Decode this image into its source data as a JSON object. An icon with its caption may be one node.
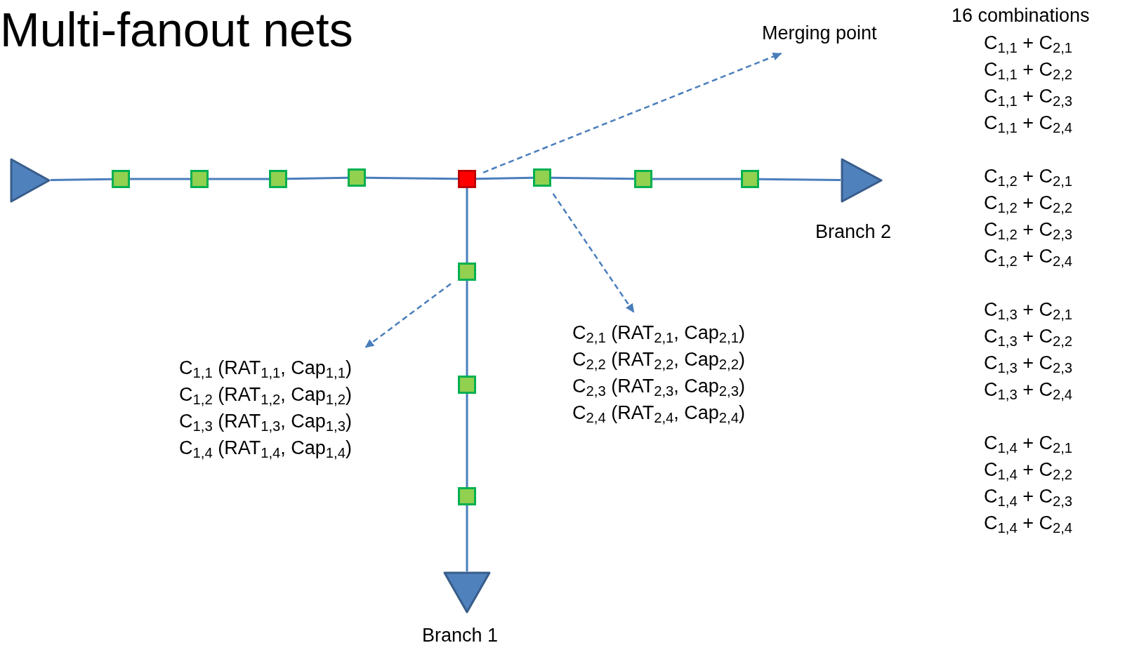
{
  "diagram": {
    "title": "Multi-fanout nets",
    "nodes": [
      {
        "text": [],
        "shape": "triangle"
      },
      {
        "text": [],
        "shape": "box"
      },
      {
        "text": [],
        "shape": "box"
      },
      {
        "text": [],
        "shape": "box"
      },
      {
        "text": [],
        "shape": "box"
      },
      {
        "text": [],
        "shape": "box"
      },
      {
        "text": [],
        "shape": "box"
      },
      {
        "text": [],
        "shape": "box"
      },
      {
        "text": [],
        "shape": "box"
      },
      {
        "text": [],
        "shape": "triangle",
        "beside": [
          "Branch 2"
        ]
      },
      {
        "text": [],
        "shape": "box"
      },
      {
        "text": [],
        "shape": "box"
      },
      {
        "text": [],
        "shape": "box"
      },
      {
        "text": [],
        "shape": "triangle",
        "beside": [
          "Branch 1"
        ]
      },
      {
        "text": [
          "Merging point"
        ]
      },
      {
        "text": [
          "C$_{1,1}$ (RAT$_{1,1}$, Cap$_{1,1}$)",
          "C$_{1,2}$ (RAT$_{1,2}$, Cap$_{1,2}$)",
          "C$_{1,3}$ (RAT$_{1,3}$, Cap$_{1,3}$)",
          "C$_{1,4}$ (RAT$_{1,4}$, Cap$_{1,4}$)"
        ]
      },
      {
        "text": [
          "C$_{2,1}$ (RAT$_{2,1}$, Cap$_{2,1}$)",
          "C$_{2,2}$ (RAT$_{2,2}$, Cap$_{2,2}$)",
          "C$_{2,3}$ (RAT$_{2,3}$, Cap$_{2,3}$)",
          "C$_{2,4}$ (RAT$_{2,4}$, Cap$_{2,4}$)"
        ]
      }
    ],
    "edges": [
      {
        "from": 0,
        "to": 1,
        "arrow": "none"
      },
      {
        "from": 1,
        "to": 2,
        "arrow": "none"
      },
      {
        "from": 2,
        "to": 3,
        "arrow": "none"
      },
      {
        "from": 3,
        "to": 4,
        "arrow": "none"
      },
      {
        "from": 4,
        "to": 5,
        "arrow": "none"
      },
      {
        "from": 5,
        "to": 6,
        "arrow": "none"
      },
      {
        "from": 6,
        "to": 7,
        "arrow": "none"
      },
      {
        "from": 7,
        "to": 8,
        "arrow": "none"
      },
      {
        "from": 8,
        "to": 9,
        "arrow": "none"
      },
      {
        "from": 5,
        "to": 10,
        "arrow": "none"
      },
      {
        "from": 10,
        "to": 11,
        "arrow": "none"
      },
      {
        "from": 11,
        "to": 12,
        "arrow": "none"
      },
      {
        "from": 12,
        "to": 13,
        "arrow": "none"
      },
      {
        "from": 5,
        "to": 14,
        "arrow": "to",
        "style": "dashed"
      },
      {
        "from": 6,
        "to": 16,
        "arrow": "to",
        "style": "dashed"
      },
      {
        "from": 10,
        "to": 15,
        "arrow": "to",
        "style": "dashed"
      }
    ],
    "labels": [
      "16 combinations",
      "C$_{1,1}$ + C$_{2,1}$",
      "C$_{1,1}$ + C$_{2,2}$",
      "C$_{1,1}$ + C$_{2,3}$",
      "C$_{1,1}$ + C$_{2,4}$",
      "C$_{1,2}$ + C$_{2,1}$",
      "C$_{1,2}$ + C$_{2,2}$",
      "C$_{1,2}$ + C$_{2,3}$",
      "C$_{1,2}$ + C$_{2,4}$",
      "C$_{1,3}$ + C$_{2,1}$",
      "C$_{1,3}$ + C$_{2,2}$",
      "C$_{1,3}$ + C$_{2,3}$",
      "C$_{1,3}$ + C$_{2,4}$",
      "C$_{1,4}$ + C$_{2,1}$",
      "C$_{1,4}$ + C$_{2,2}$",
      "C$_{1,4}$ + C$_{2,3}$",
      "C$_{1,4}$ + C$_{2,4}$"
    ]
  }
}
